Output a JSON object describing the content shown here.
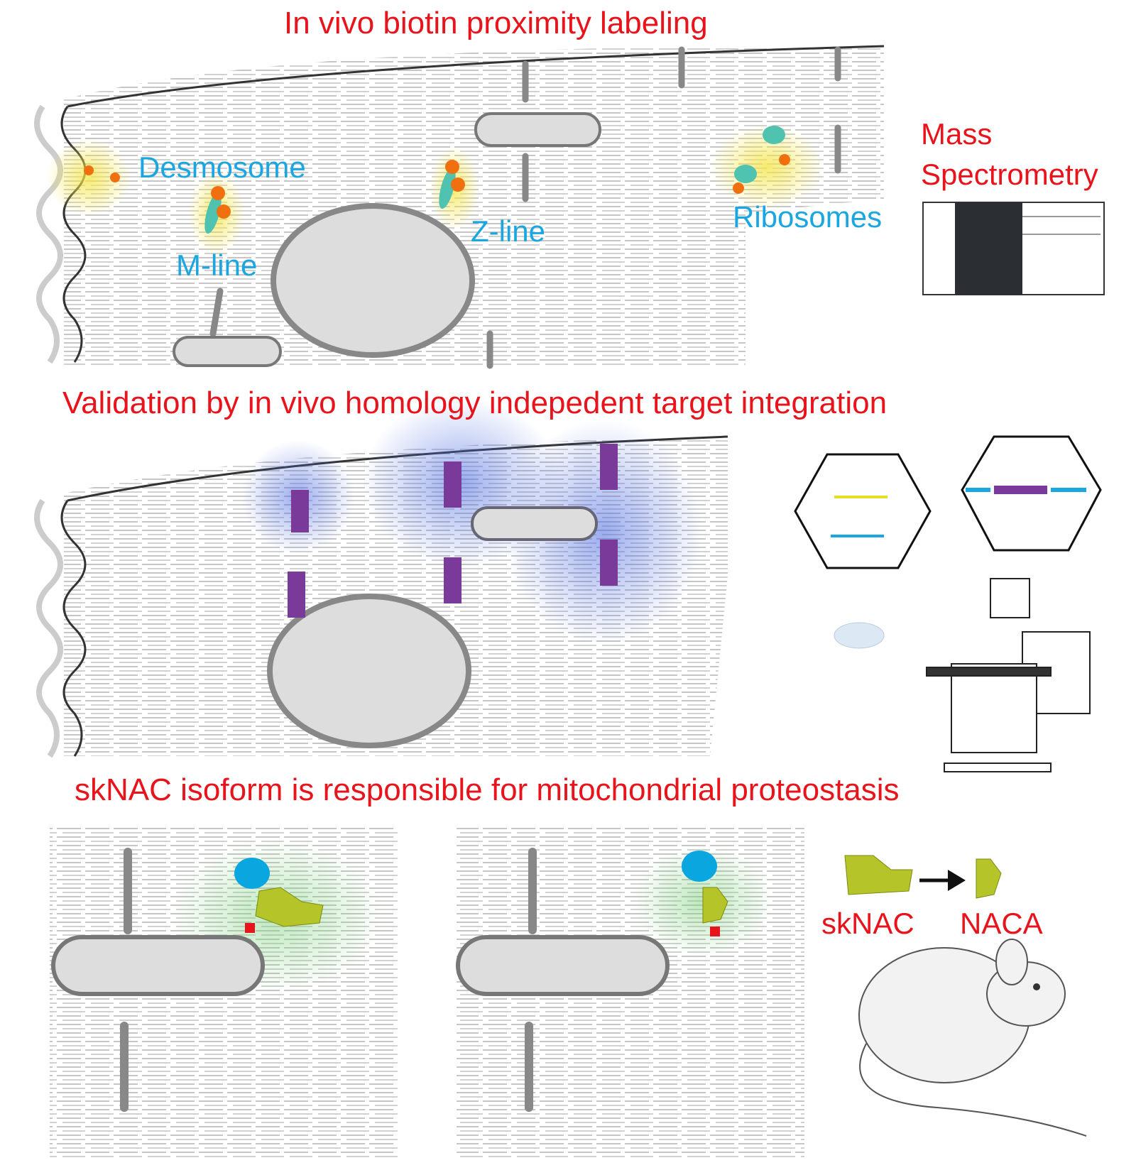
{
  "panels": {
    "labeling": {
      "title": "In vivo biotin proximity labeling",
      "labels": {
        "desmosome": "Desmosome",
        "m_line": "M-line",
        "z_line": "Z-line",
        "ribosomes": "Ribosomes"
      },
      "instrument_label_line1": "Mass",
      "instrument_label_line2": "Spectrometry"
    },
    "validation": {
      "title": "Validation  by in vivo homology indepedent target integration"
    },
    "isoform": {
      "title": "skNAC isoform is responsible for mitochondrial proteostasis",
      "labels": {
        "sknac": "skNAC",
        "naca": "NACA"
      }
    }
  },
  "colors": {
    "title": "#e8141c",
    "label": "#1aa6e0",
    "highlight": "#f5e64a",
    "probe": "#f07010",
    "tag": "#7a3a9a",
    "protein": "#b5c428"
  }
}
